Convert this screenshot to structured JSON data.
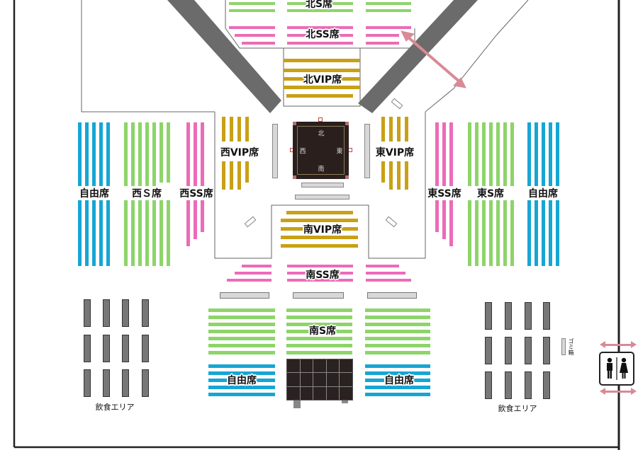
{
  "colors": {
    "s_seat": "#8dd46a",
    "ss_seat": "#ec6bb8",
    "vip_seat": "#c9a016",
    "free_seat": "#16a6d4",
    "walkway": "#6b6b6b",
    "arrow": "#d88a96",
    "ring": "#2a1f1c",
    "bench": "#d8d8d8"
  },
  "sections": {
    "north_s": "北S席",
    "north_ss": "北SS席",
    "north_vip": "北VIP席",
    "west_vip": "西VIP席",
    "east_vip": "東VIP席",
    "south_vip": "南VIP席",
    "west_free": "自由席",
    "west_s": "西Ｓ席",
    "west_ss": "西SS席",
    "east_ss": "東SS席",
    "east_s": "東S席",
    "east_free": "自由席",
    "south_ss": "南SS席",
    "south_s": "南S席",
    "south_free_left": "自由席",
    "south_free_right": "自由席"
  },
  "ring": {
    "north": "北",
    "south": "南",
    "east": "東",
    "west": "西"
  },
  "facilities": {
    "food_left": "飲食エリア",
    "food_right": "飲食エリア",
    "trash": "ゴミ箱",
    "toilet_icon": "restroom-icon"
  }
}
